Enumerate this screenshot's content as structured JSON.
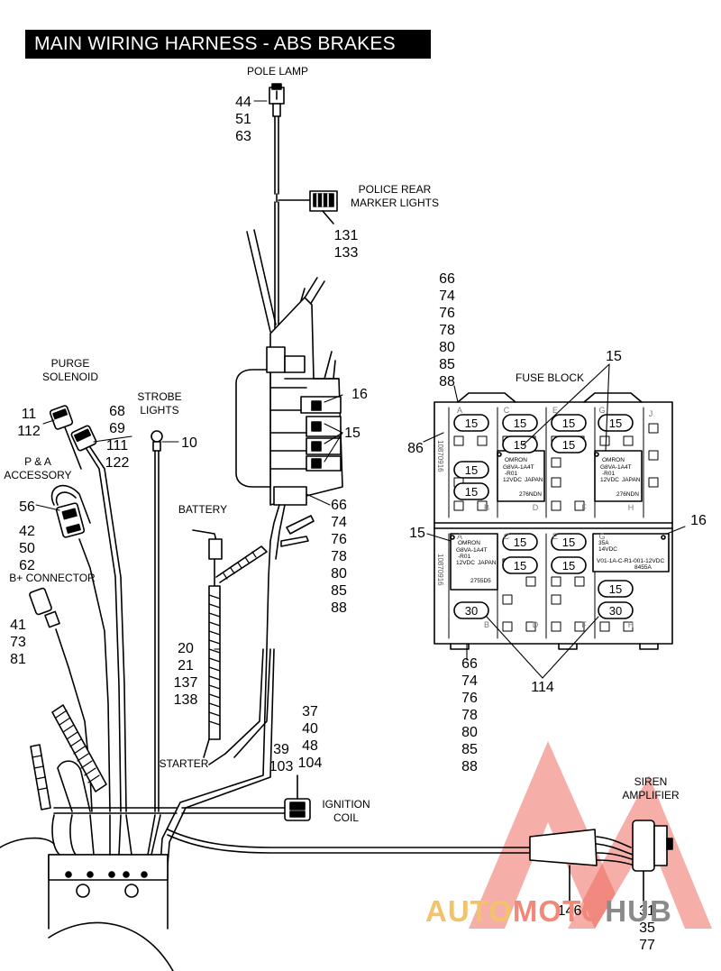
{
  "title": "MAIN WIRING HARNESS - ABS BRAKES",
  "labels": {
    "pole_lamp": "POLE LAMP",
    "police_rear": [
      "POLICE REAR",
      "MARKER LIGHTS"
    ],
    "purge": [
      "PURGE",
      "SOLENOID"
    ],
    "strobe": [
      "STROBE",
      "LIGHTS"
    ],
    "pa": [
      "P & A",
      "ACCESSORY"
    ],
    "battery": "BATTERY",
    "bplus": "B+ CONNECTOR",
    "fuse_block": "FUSE BLOCK",
    "starter": "STARTER",
    "ignition": [
      "IGNITION",
      "COIL"
    ],
    "siren": [
      "SIREN",
      "AMPLIFIER"
    ]
  },
  "callouts": {
    "pole_lamp": [
      "44",
      "51",
      "63"
    ],
    "marker": [
      "131",
      "133"
    ],
    "purge_left": [
      "11",
      "112"
    ],
    "purge_right": [
      "68",
      "69",
      "111",
      "122"
    ],
    "strobe": "10",
    "pa": [
      "56",
      "42",
      "50",
      "62"
    ],
    "bplus": [
      "41",
      "73",
      "81"
    ],
    "battery": [
      "20",
      "21",
      "137",
      "138"
    ],
    "starter_group": [
      "37",
      "40",
      "48",
      "104"
    ],
    "ign_left": [
      "39",
      "103"
    ],
    "main_16": "16",
    "main_15": "15",
    "main_lower": [
      "66",
      "74",
      "76",
      "78",
      "80",
      "85",
      "88"
    ],
    "fuse_top": [
      "66",
      "74",
      "76",
      "78",
      "80",
      "85",
      "88"
    ],
    "fuse_15_top": "15",
    "fuse_86": "86",
    "fuse_15_left": "15",
    "fuse_16_right": "16",
    "fuse_114": "114",
    "fuse_bottom": [
      "66",
      "74",
      "76",
      "78",
      "80",
      "85",
      "88"
    ],
    "siren_146": "146",
    "siren": [
      "31",
      "35",
      "77"
    ]
  },
  "fuse_block": {
    "top_columns": [
      "A",
      "C",
      "E",
      "G",
      "J"
    ],
    "top_row_labels": [
      "B",
      "D",
      "F",
      "H"
    ],
    "bottom_columns": [
      "A",
      "C",
      "E",
      "G"
    ],
    "bottom_row_labels": [
      "B",
      "D",
      "F",
      "H"
    ],
    "fuse_15": "15",
    "fuse_30": "30",
    "relay_brand": "OMRON",
    "relay_model": "G8VA-1A4T",
    "relay_suffix": "-R01",
    "relay_voltage": "12VDC",
    "relay_origin": "JAPAN",
    "relay_code_a": "276NDN",
    "relay_code_b": "2755D5",
    "side_code": "10870916",
    "right_relay_a": "35A",
    "right_relay_b": "14VDC",
    "right_relay_text": "V01-1A-C-R1-001-12VDC",
    "right_relay_code": "8455A"
  },
  "watermark": {
    "a": "AUTO",
    "b": "MOTO",
    "c": "HUB"
  },
  "colors": {
    "ink": "#000000",
    "watermark_red": "#e8453c",
    "watermark_orange": "#f2c36b"
  }
}
